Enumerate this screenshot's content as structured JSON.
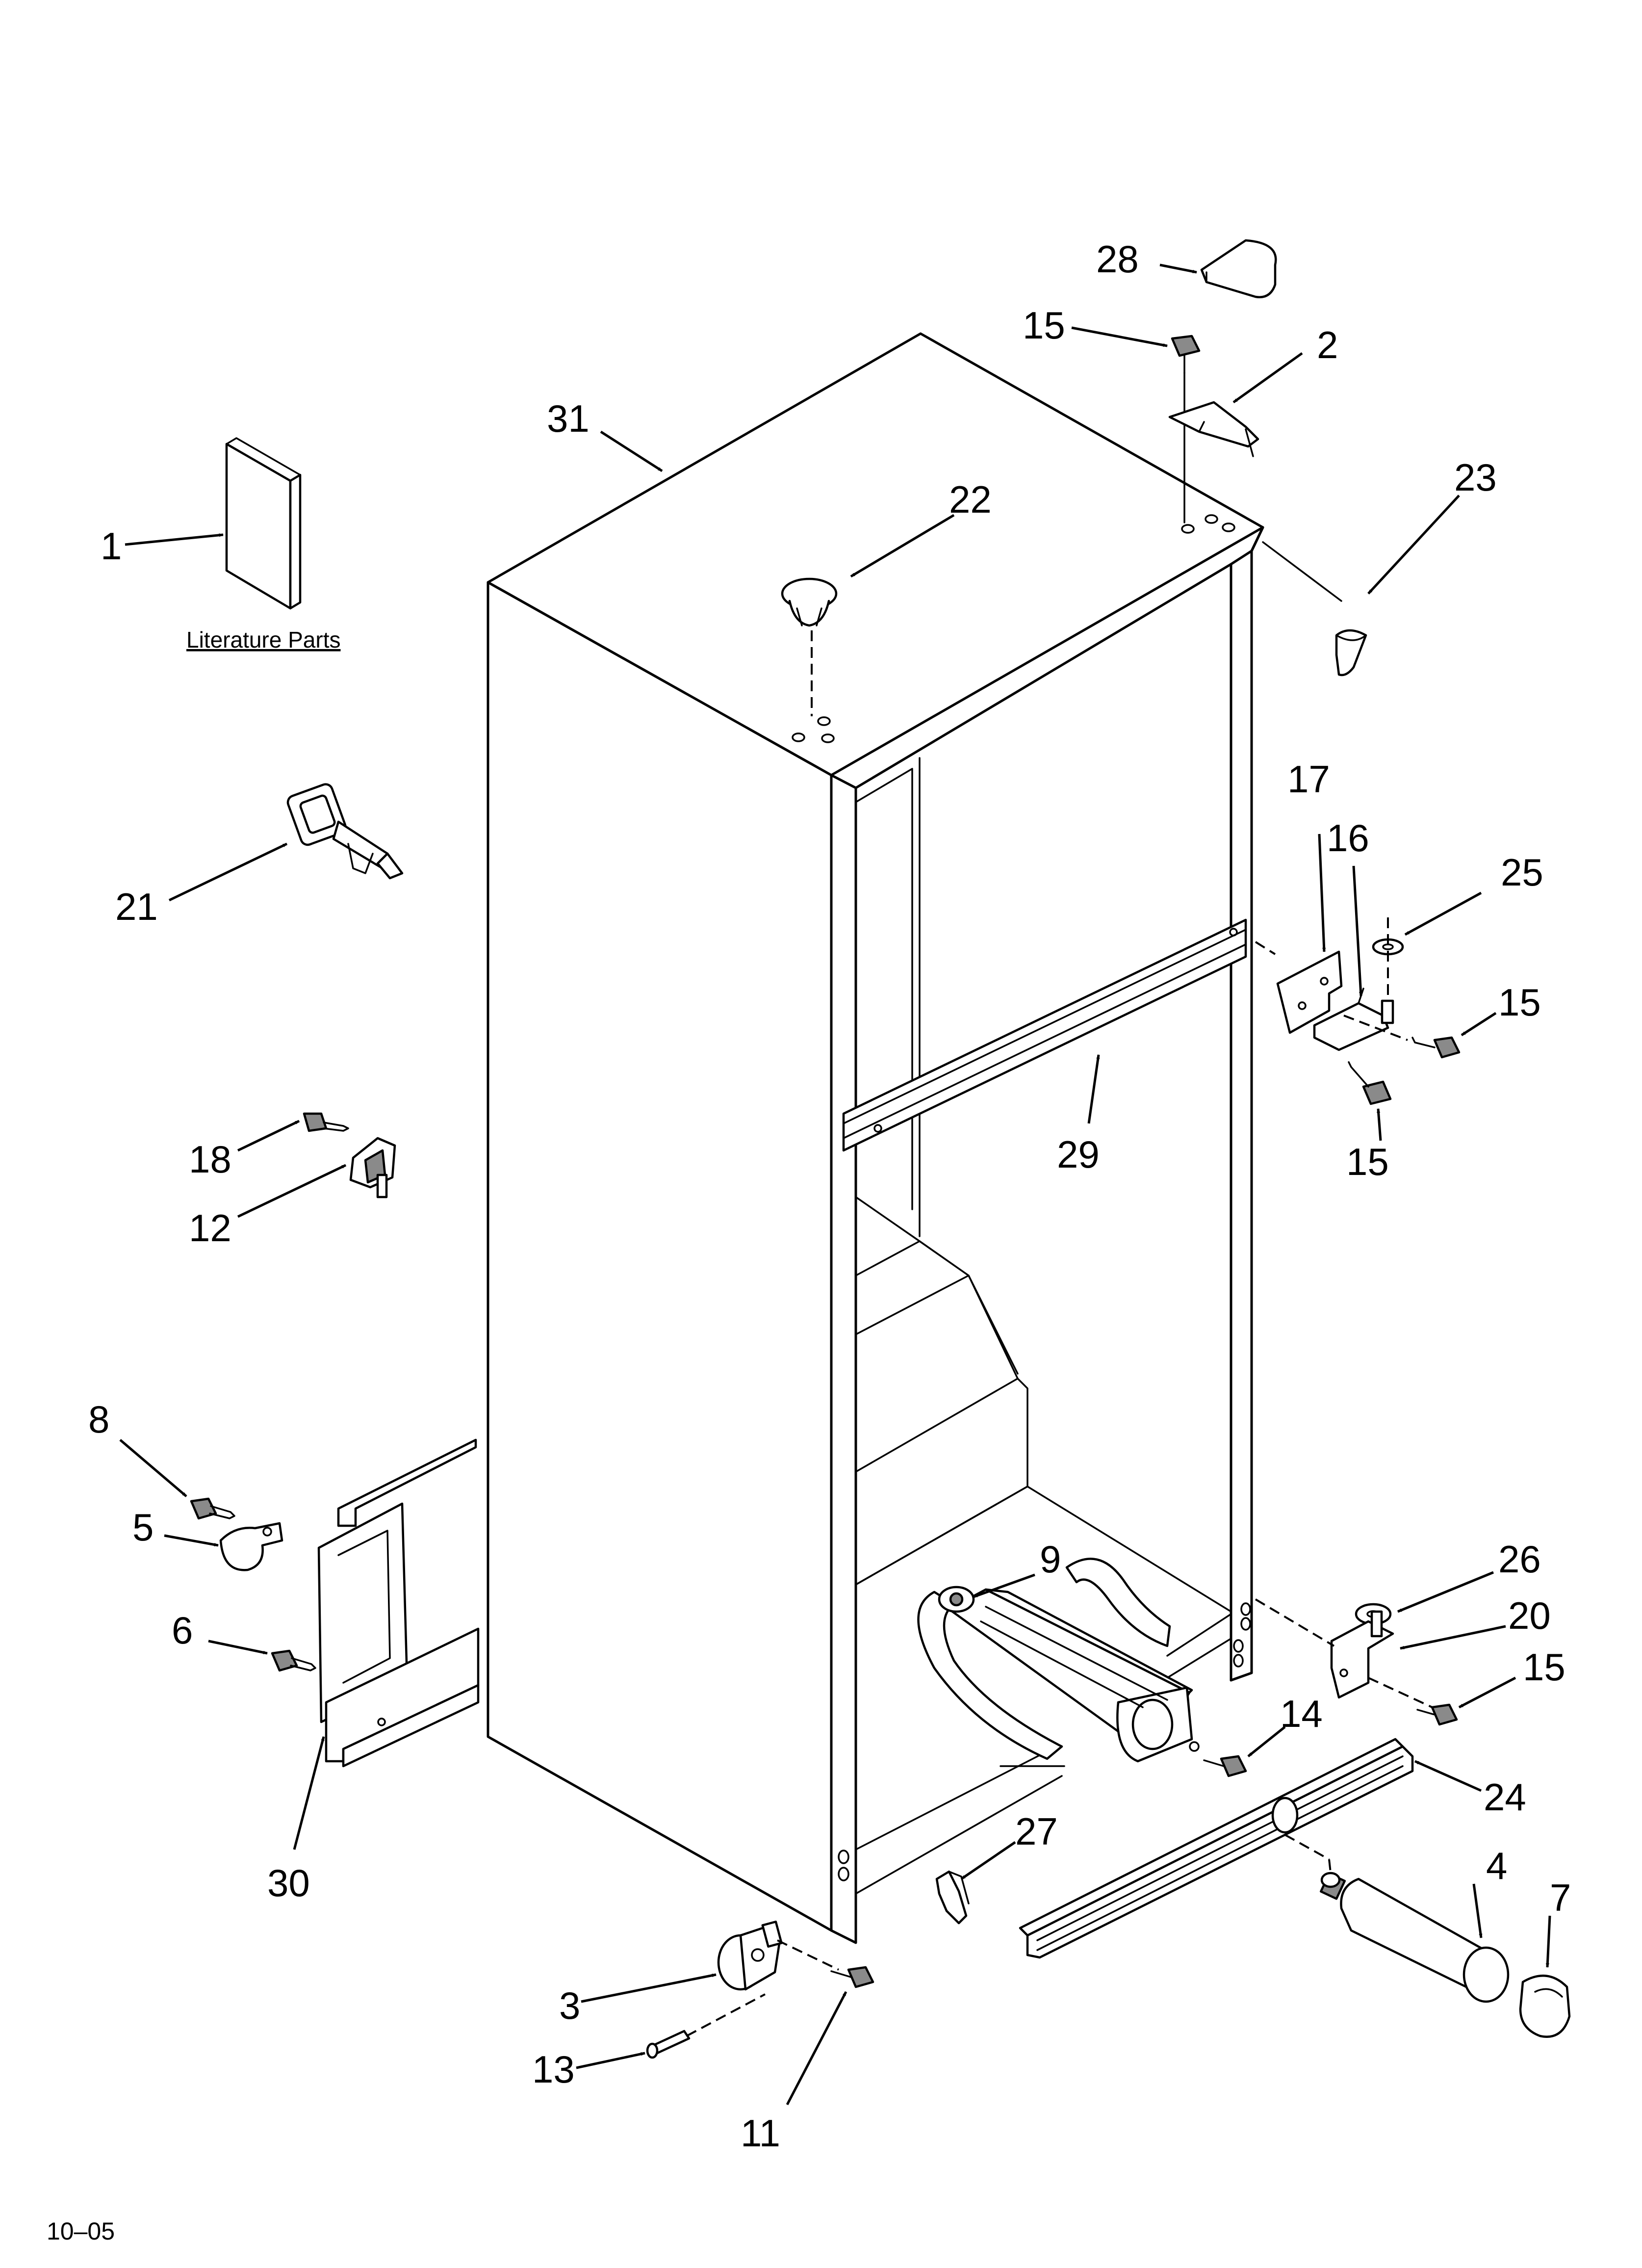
{
  "labels": {
    "part_1": "1",
    "part_2": "2",
    "part_3": "3",
    "part_4": "4",
    "part_5": "5",
    "part_6": "6",
    "part_7": "7",
    "part_8": "8",
    "part_9": "9",
    "part_11": "11",
    "part_12": "12",
    "part_13": "13",
    "part_14": "14",
    "part_15": "15",
    "part_16": "16",
    "part_17": "17",
    "part_18": "18",
    "part_20": "20",
    "part_21": "21",
    "part_22": "22",
    "part_23": "23",
    "part_24": "24",
    "part_25": "25",
    "part_26": "26",
    "part_27": "27",
    "part_28": "28",
    "part_29": "29",
    "part_30": "30",
    "part_31": "31"
  },
  "literature_caption": "Literature Parts",
  "footer_code": "10–05"
}
